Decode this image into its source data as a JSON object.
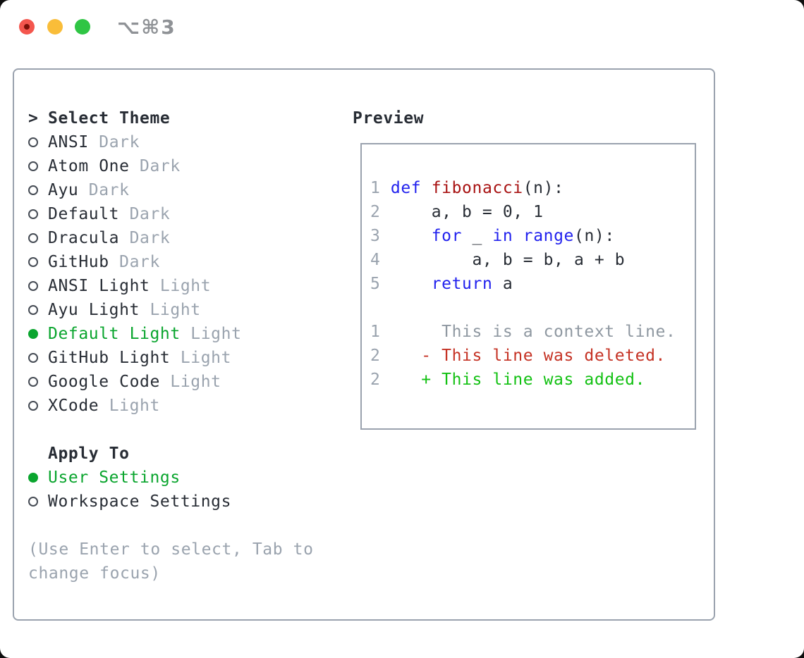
{
  "titlebar": {
    "shortcut": "⌥⌘3"
  },
  "left": {
    "cursor": ">",
    "title": "Select Theme",
    "themes": [
      {
        "name": "ANSI",
        "variant": "Dark",
        "selected": false
      },
      {
        "name": "Atom One",
        "variant": "Dark",
        "selected": false
      },
      {
        "name": "Ayu",
        "variant": "Dark",
        "selected": false
      },
      {
        "name": "Default",
        "variant": "Dark",
        "selected": false
      },
      {
        "name": "Dracula",
        "variant": "Dark",
        "selected": false
      },
      {
        "name": "GitHub",
        "variant": "Dark",
        "selected": false
      },
      {
        "name": "ANSI Light",
        "variant": "Light",
        "selected": false
      },
      {
        "name": "Ayu Light",
        "variant": "Light",
        "selected": false
      },
      {
        "name": "Default Light",
        "variant": "Light",
        "selected": true
      },
      {
        "name": "GitHub Light",
        "variant": "Light",
        "selected": false
      },
      {
        "name": "Google Code",
        "variant": "Light",
        "selected": false
      },
      {
        "name": "XCode",
        "variant": "Light",
        "selected": false
      }
    ],
    "apply_title": "Apply To",
    "apply_options": [
      {
        "name": "User Settings",
        "selected": true
      },
      {
        "name": "Workspace Settings",
        "selected": false
      }
    ],
    "hint_line1": "(Use Enter to select, Tab to",
    "hint_line2": "change focus)"
  },
  "preview": {
    "title": "Preview",
    "lines": [
      [
        {
          "t": "1 ",
          "c": "num"
        },
        {
          "t": "def",
          "c": "kw"
        },
        {
          "t": " ",
          "c": "plain"
        },
        {
          "t": "fibonacci",
          "c": "fn"
        },
        {
          "t": "(n):",
          "c": "plain"
        }
      ],
      [
        {
          "t": "2",
          "c": "num"
        },
        {
          "t": "     a, b = 0, 1",
          "c": "plain"
        }
      ],
      [
        {
          "t": "3",
          "c": "num"
        },
        {
          "t": "     ",
          "c": "plain"
        },
        {
          "t": "for",
          "c": "kw"
        },
        {
          "t": " _ ",
          "c": "plain"
        },
        {
          "t": "in",
          "c": "kw"
        },
        {
          "t": " ",
          "c": "plain"
        },
        {
          "t": "range",
          "c": "kw"
        },
        {
          "t": "(n):",
          "c": "plain"
        }
      ],
      [
        {
          "t": "4",
          "c": "num"
        },
        {
          "t": "         a, b = b, a + b",
          "c": "plain"
        }
      ],
      [
        {
          "t": "5",
          "c": "num"
        },
        {
          "t": "     ",
          "c": "plain"
        },
        {
          "t": "return",
          "c": "kw"
        },
        {
          "t": " a",
          "c": "plain"
        }
      ],
      [
        {
          "t": "",
          "c": "plain"
        }
      ],
      [
        {
          "t": "1",
          "c": "num"
        },
        {
          "t": "      This is a context line.",
          "c": "ctx"
        }
      ],
      [
        {
          "t": "2",
          "c": "num"
        },
        {
          "t": "    - This line was deleted.",
          "c": "del"
        }
      ],
      [
        {
          "t": "2",
          "c": "num"
        },
        {
          "t": "    + This line was added.",
          "c": "add"
        }
      ]
    ]
  },
  "colors": {
    "text": "#282d35",
    "muted": "#9aa3ae",
    "ctx-gray": "#8f98a1",
    "border": "#9aa2ae",
    "green": "#0aa52e",
    "added-green": "#13c113",
    "deleted-red": "#c53224",
    "keyword-blue": "#2222ee",
    "function-red": "#a81212",
    "traffic-red": "#f4564e",
    "traffic-red-dot": "#7c1008",
    "traffic-yellow": "#f9bd39",
    "traffic-green": "#2fc544",
    "shortcut-gray": "#8f9296"
  }
}
